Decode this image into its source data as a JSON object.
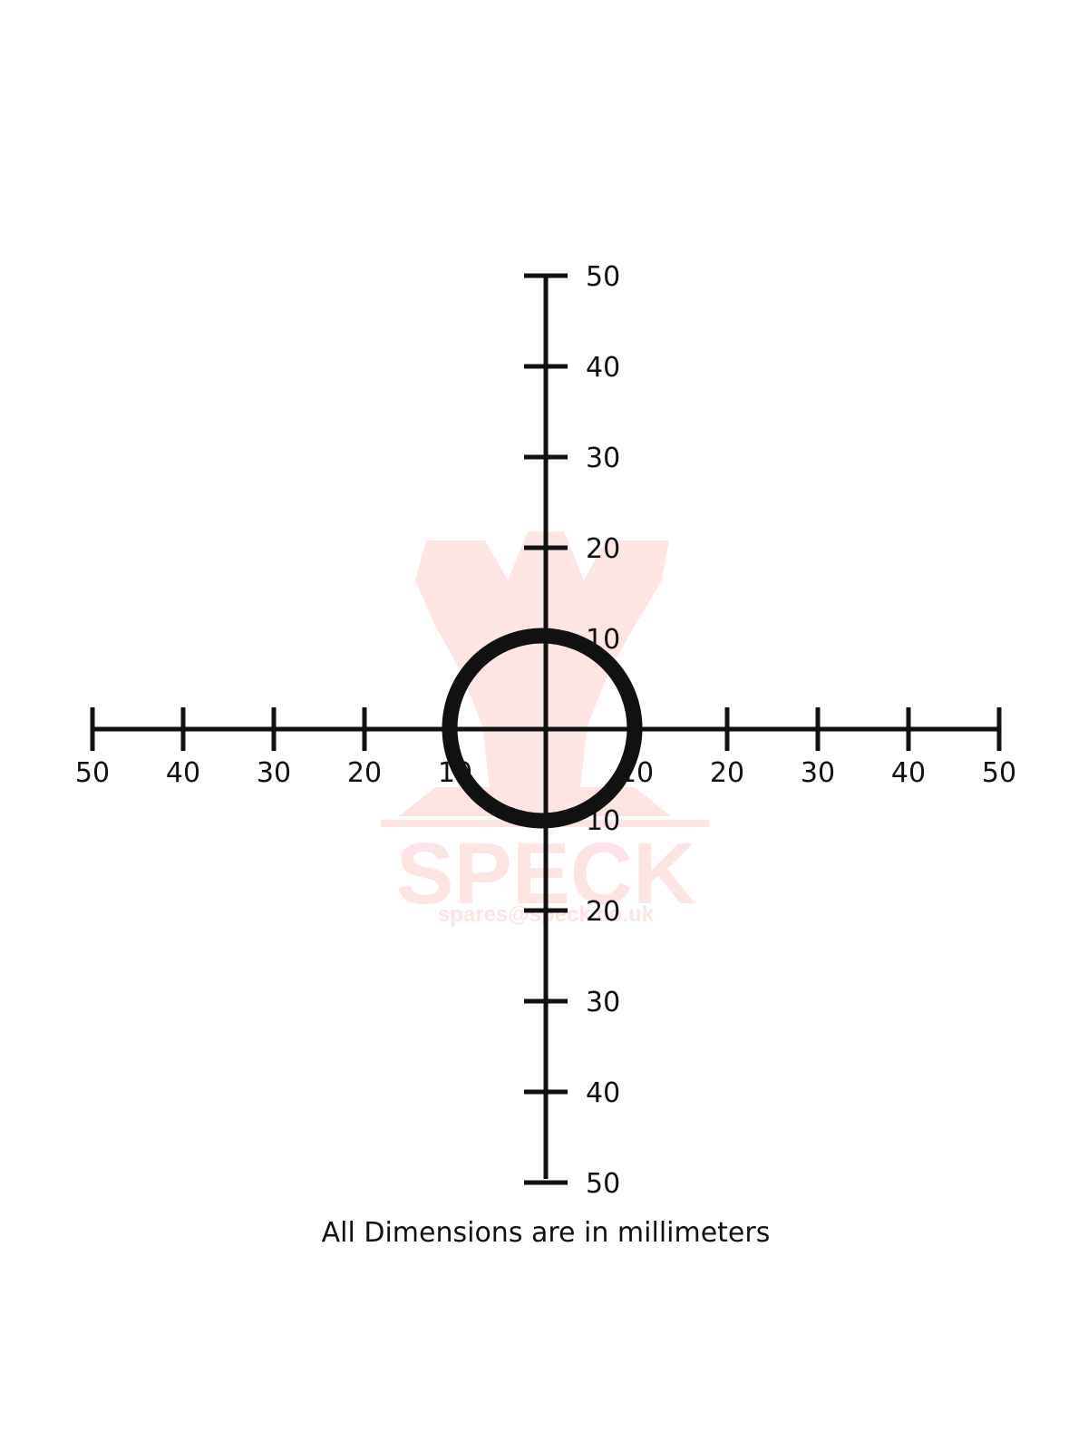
{
  "diagram": {
    "axis_range": [
      -50,
      50
    ],
    "tick_step": 10,
    "horizontal_ticks": [
      "50",
      "40",
      "30",
      "20",
      "10",
      "10",
      "20",
      "30",
      "40",
      "50"
    ],
    "vertical_ticks_up": [
      "50",
      "40",
      "30",
      "20",
      "10"
    ],
    "vertical_ticks_down": [
      "10",
      "20",
      "30",
      "40",
      "50"
    ],
    "ring": {
      "outer_diameter": 22,
      "inner_diameter": 18
    },
    "caption": "All Dimensions are in millimeters"
  },
  "watermark": {
    "brand": "SPECK",
    "email": "spares@speck.co.uk",
    "color": "#e8453c"
  },
  "colors": {
    "ink": "#111111",
    "background": "#ffffff"
  }
}
